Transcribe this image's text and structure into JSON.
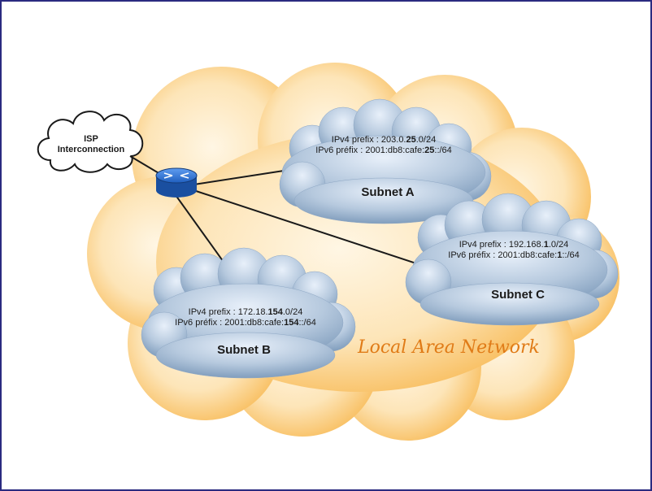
{
  "isp": {
    "line1": "ISP",
    "line2": "Interconnection"
  },
  "lan_label": "Local Area Network",
  "subnets": [
    {
      "name": "Subnet A",
      "ipv4_label": "IPv4 prefix : ",
      "ipv4_pre": "203.0.",
      "ipv4_bold": "25",
      "ipv4_post": ".0/24",
      "ipv6_label": "IPv6 préfix : ",
      "ipv6_pre": "2001:db8:cafe:",
      "ipv6_bold": "25",
      "ipv6_post": "::/64"
    },
    {
      "name": "Subnet B",
      "ipv4_label": "IPv4 prefix : ",
      "ipv4_pre": "172.18.",
      "ipv4_bold": "154",
      "ipv4_post": ".0/24",
      "ipv6_label": "IPv6 préfix : ",
      "ipv6_pre": "2001:db8:cafe:",
      "ipv6_bold": "154",
      "ipv6_post": "::/64"
    },
    {
      "name": "Subnet C",
      "ipv4_label": "IPv4 prefix : ",
      "ipv4_pre": "192.168.",
      "ipv4_bold": "1",
      "ipv4_post": ".0/24",
      "ipv6_label": "IPv6 préfix : ",
      "ipv6_pre": "2001:db8:cafe:",
      "ipv6_bold": "1",
      "ipv6_post": "::/64"
    }
  ],
  "colors": {
    "frame": "#2a2a80",
    "lan_cloud": "#f7b54a",
    "lan_text": "#e07b17",
    "subnet_cloud": "#7e9cbc",
    "router": "#1f5fbf"
  },
  "icons": {
    "router": "router-icon",
    "isp_cloud": "cloud-icon"
  }
}
